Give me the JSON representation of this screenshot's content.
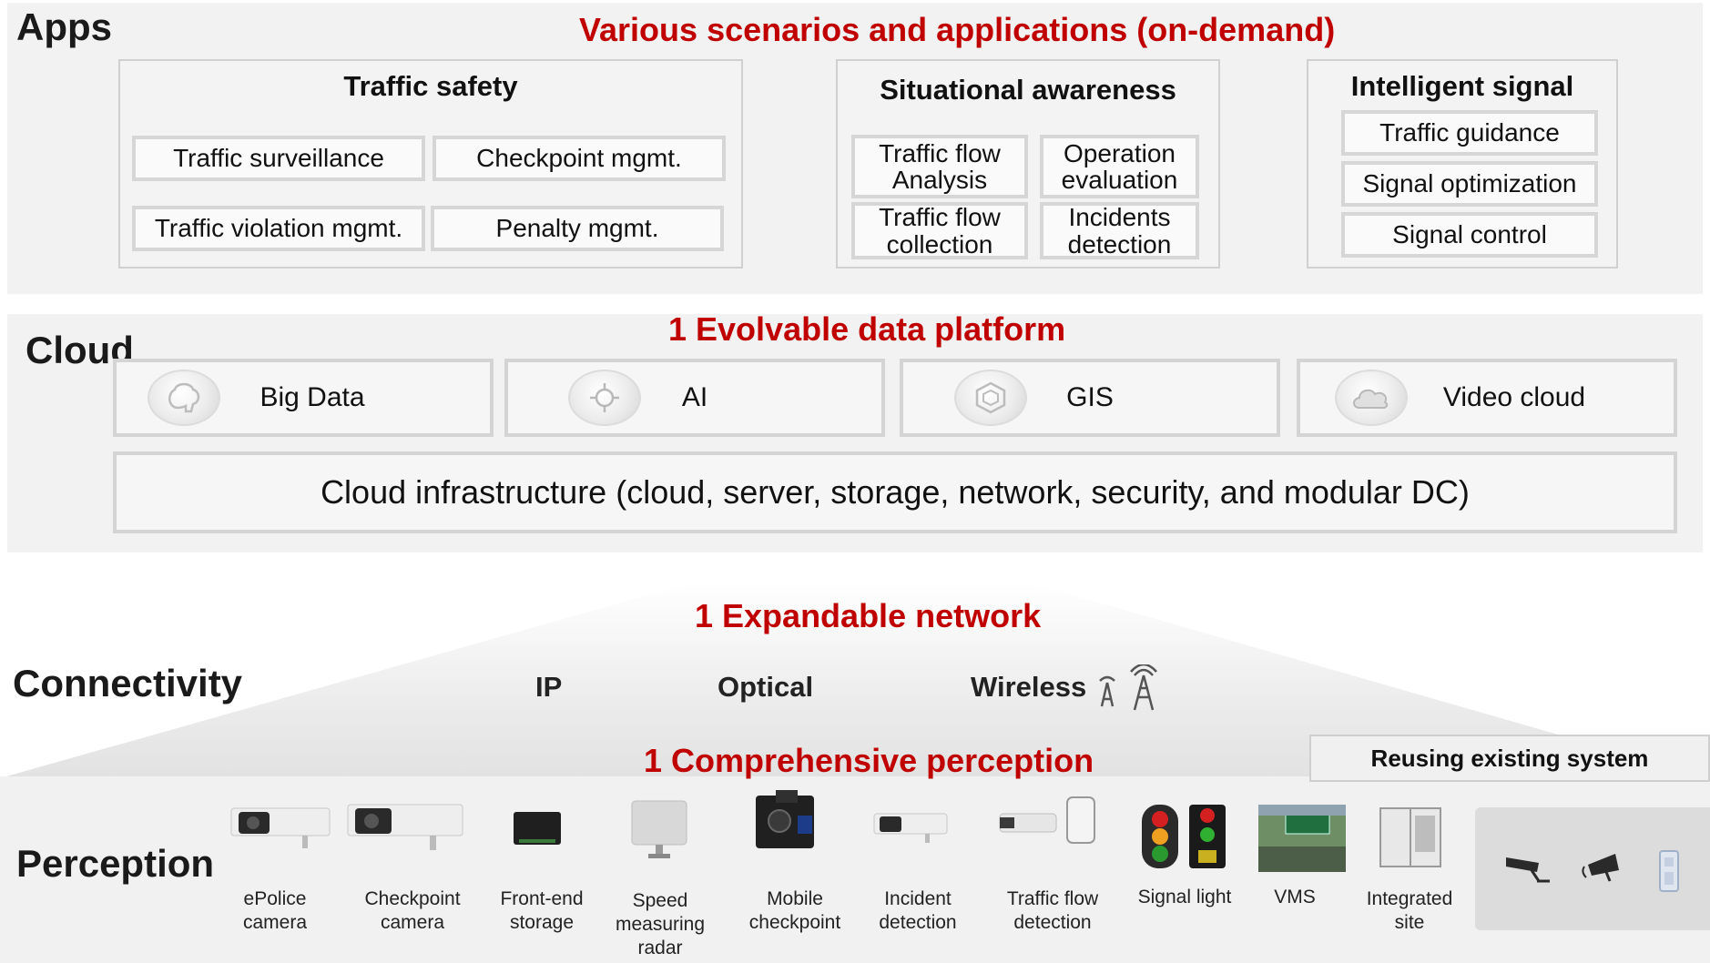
{
  "apps": {
    "layer_title": "Apps",
    "headline": "Various scenarios and applications (on-demand)",
    "traffic_safety": {
      "title": "Traffic safety",
      "items": [
        "Traffic surveillance",
        "Checkpoint mgmt.",
        "Traffic violation mgmt.",
        "Penalty mgmt."
      ]
    },
    "situational_awareness": {
      "title": "Situational awareness",
      "items": [
        {
          "line1": "Traffic flow",
          "line2": "Analysis"
        },
        {
          "line1": "Operation",
          "line2": "evaluation"
        },
        {
          "line1": "Traffic flow",
          "line2": "collection"
        },
        {
          "line1": "Incidents",
          "line2": "detection"
        }
      ]
    },
    "intelligent_signal": {
      "title": "Intelligent signal",
      "items": [
        "Traffic guidance",
        "Signal optimization",
        "Signal control"
      ]
    }
  },
  "cloud": {
    "layer_title": "Cloud",
    "headline": "1 Evolvable data platform",
    "platforms": [
      {
        "label": "Big Data",
        "icon": "brain-icon"
      },
      {
        "label": "AI",
        "icon": "ai-chip-icon"
      },
      {
        "label": "GIS",
        "icon": "network-globe-icon"
      },
      {
        "label": "Video cloud",
        "icon": "video-cloud-icon"
      }
    ],
    "infrastructure": "Cloud infrastructure (cloud, server, storage, network, security, and modular DC)"
  },
  "connectivity": {
    "layer_title": "Connectivity",
    "headline": "1 Expandable network",
    "types": [
      "IP",
      "Optical",
      "Wireless"
    ],
    "wireless_icon": "antenna-tower-icon"
  },
  "perception": {
    "layer_title": "Perception",
    "headline": "1 Comprehensive perception",
    "reuse_label": "Reusing existing system",
    "devices": [
      {
        "line1": "ePolice",
        "line2": "camera",
        "line3": ""
      },
      {
        "line1": "Checkpoint",
        "line2": "camera",
        "line3": ""
      },
      {
        "line1": "Front-end",
        "line2": "storage",
        "line3": ""
      },
      {
        "line1": "Speed",
        "line2": "measuring",
        "line3": "radar"
      },
      {
        "line1": "Mobile",
        "line2": "checkpoint",
        "line3": ""
      },
      {
        "line1": "Incident",
        "line2": "detection",
        "line3": ""
      },
      {
        "line1": "Traffic flow",
        "line2": "detection",
        "line3": ""
      },
      {
        "line1": "Signal light",
        "line2": "",
        "line3": ""
      },
      {
        "line1": "VMS",
        "line2": "",
        "line3": ""
      },
      {
        "line1": "Integrated",
        "line2": "site",
        "line3": ""
      }
    ],
    "existing_icons": [
      "cctv-camera-icon",
      "speed-camera-icon",
      "roadside-device-icon"
    ]
  },
  "colors": {
    "accent_red": "#c00000",
    "band_gray": "#f2f2f2",
    "border_gray": "#d4d4d4"
  }
}
